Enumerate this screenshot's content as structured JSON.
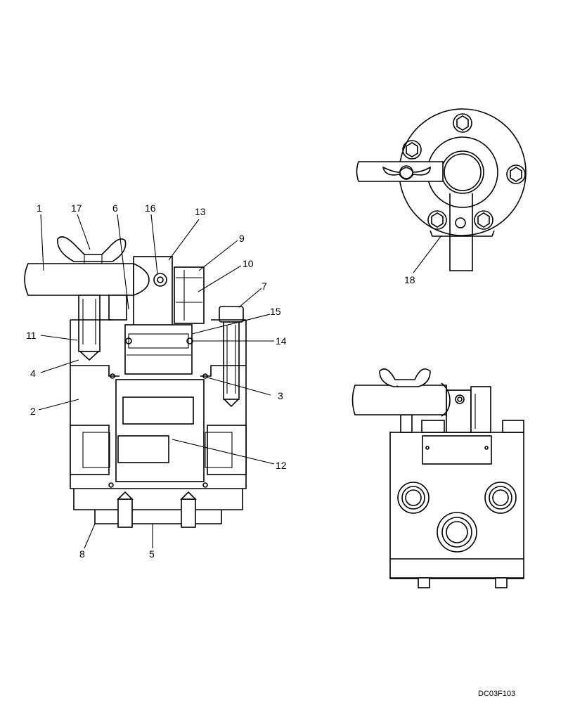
{
  "callouts": {
    "c1": "1",
    "c2": "2",
    "c3": "3",
    "c4": "4",
    "c5": "5",
    "c6": "6",
    "c7": "7",
    "c8": "8",
    "c9": "9",
    "c10": "10",
    "c11": "11",
    "c12": "12",
    "c13": "13",
    "c14": "14",
    "c15": "15",
    "c16": "16",
    "c17": "17",
    "c18": "18"
  },
  "figure_ref": "DC03F103"
}
